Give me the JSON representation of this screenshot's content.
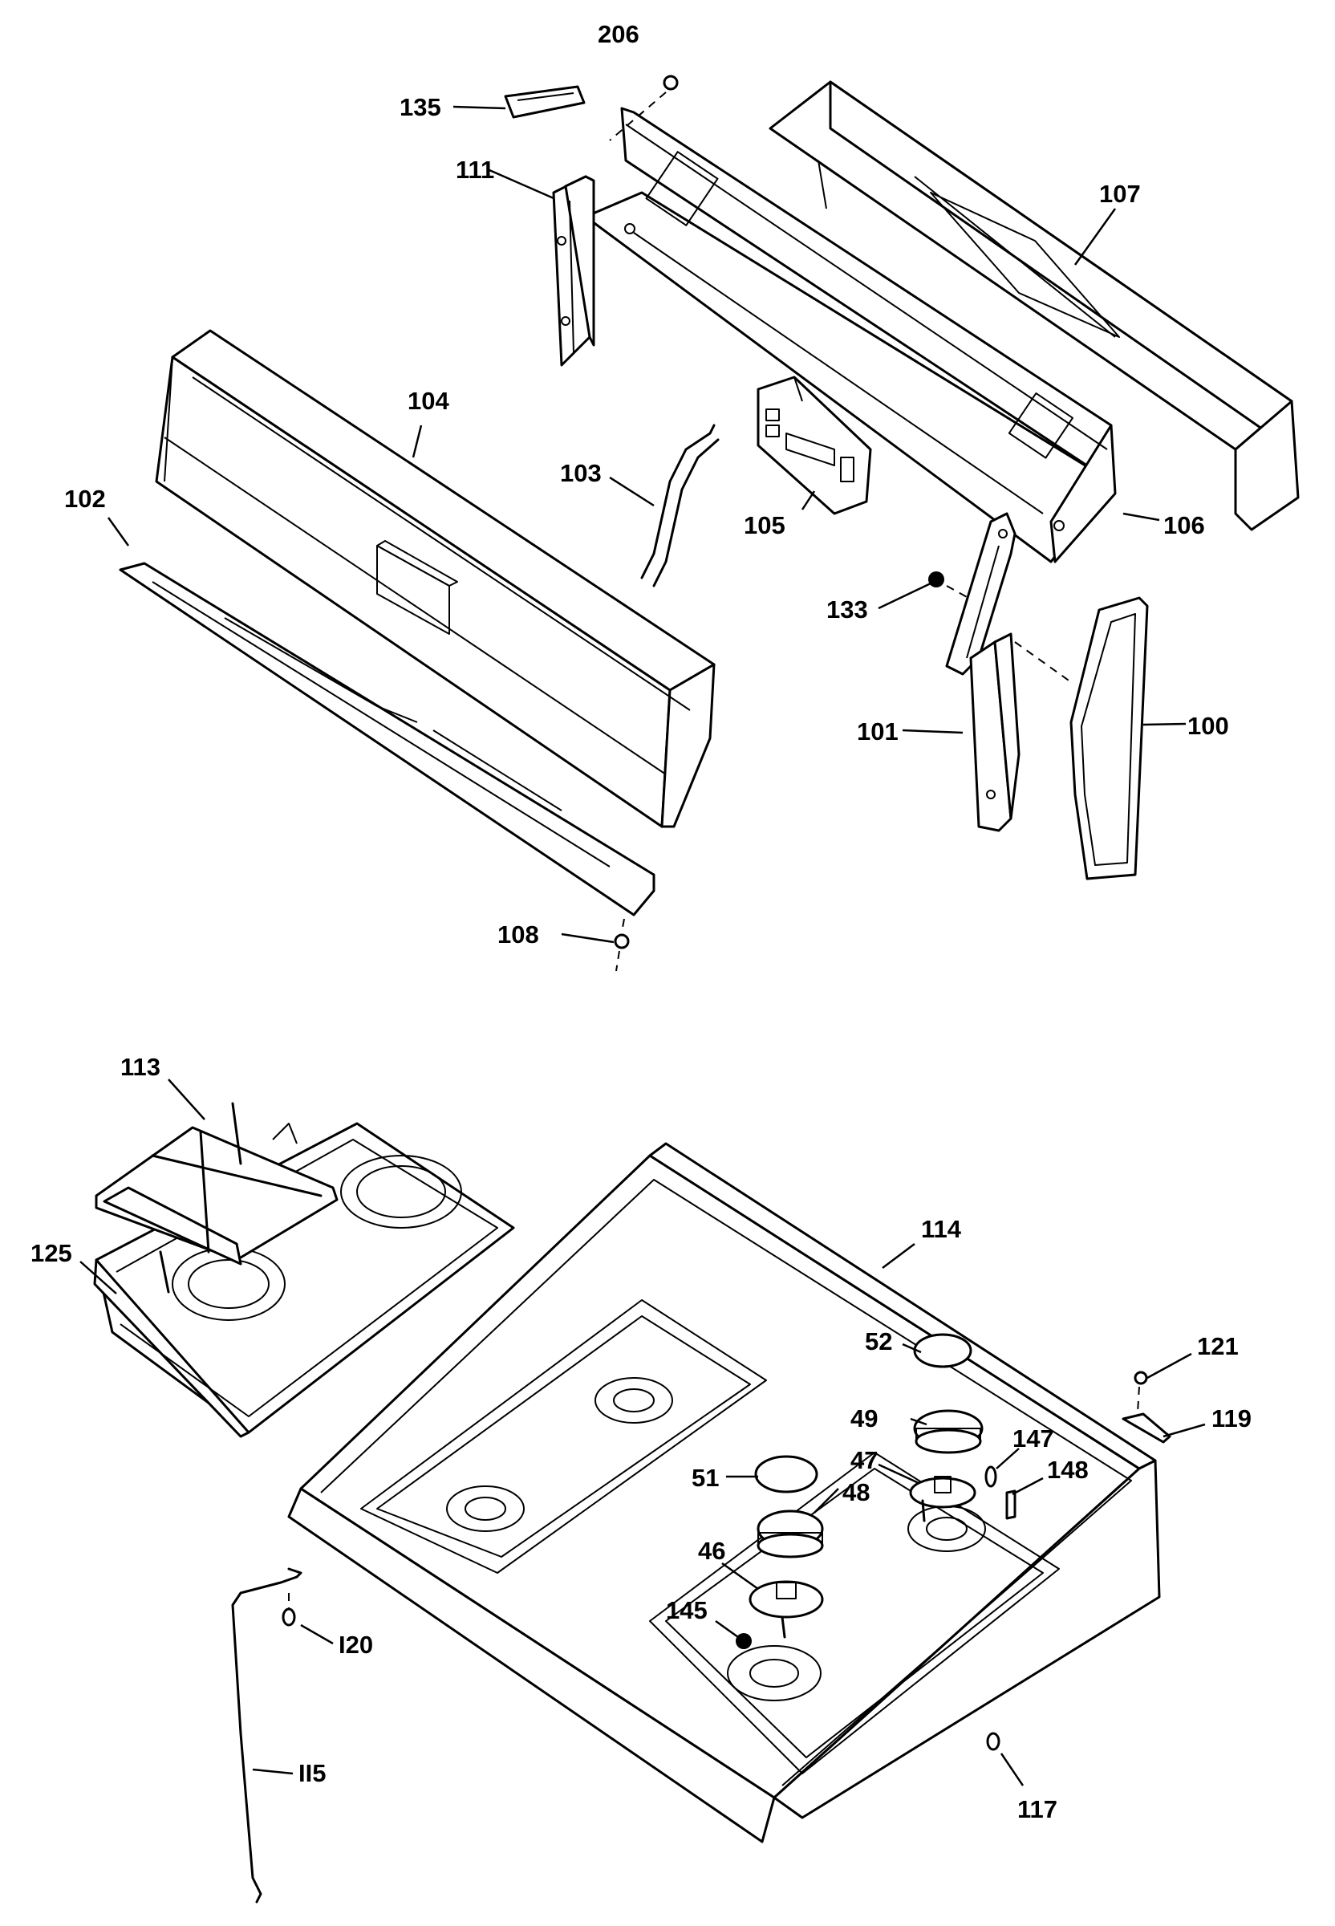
{
  "labels": {
    "p206": "206",
    "p135": "135",
    "p111": "111",
    "p107": "107",
    "p104": "104",
    "p103": "103",
    "p102": "102",
    "p105": "105",
    "p106": "106",
    "p133": "133",
    "p101": "101",
    "p100": "100",
    "p108": "108",
    "p113": "113",
    "p114": "114",
    "p125": "125",
    "p52": "52",
    "p121": "121",
    "p49": "49",
    "p119": "119",
    "p147": "147",
    "p51": "51",
    "p47": "47",
    "p148": "148",
    "p48": "48",
    "p46": "46",
    "p145": "145",
    "p120": "I20",
    "p115": "II5",
    "p117": "117"
  }
}
